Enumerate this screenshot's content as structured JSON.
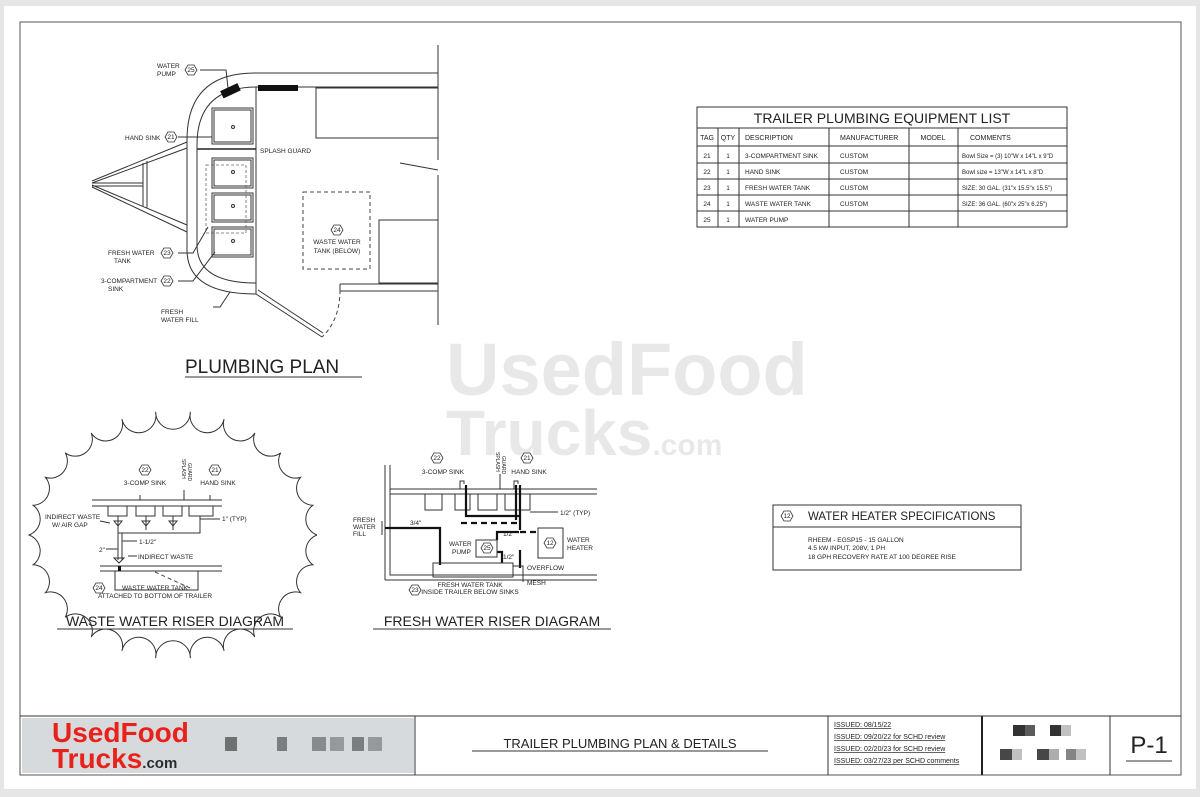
{
  "plumbing_plan": {
    "title": "PLUMBING PLAN",
    "labels": {
      "water_pump": [
        "WATER",
        "PUMP"
      ],
      "hand_sink": "HAND SINK",
      "splash_guard": "SPLASH GUARD",
      "fresh_water_tank": [
        "FRESH WATER",
        "TANK"
      ],
      "three_comp_sink": [
        "3-COMPARTMENT",
        "SINK"
      ],
      "fresh_water_fill": [
        "FRESH",
        "WATER FILL"
      ],
      "waste_water_tank": [
        "WASTE WATER",
        "TANK (BELOW)"
      ]
    },
    "tags": {
      "water_pump": "25",
      "hand_sink": "21",
      "fresh_water_tank": "23",
      "three_comp_sink": "22",
      "waste_water_tank": "24"
    }
  },
  "equipment_list": {
    "title": "TRAILER  PLUMBING  EQUIPMENT  LIST",
    "headers": [
      "TAG",
      "QTY",
      "DESCRIPTION",
      "MANUFACTURER",
      "MODEL",
      "COMMENTS"
    ],
    "rows": [
      [
        "21",
        "1",
        "3-COMPARTMENT SINK",
        "CUSTOM",
        "",
        "Bowl Size = (3) 10\"W x 14\"L x 9\"D"
      ],
      [
        "22",
        "1",
        "HAND SINK",
        "CUSTOM",
        "",
        "Bowl size =  13\"W x 14\"L x 8\"D"
      ],
      [
        "23",
        "1",
        "FRESH WATER TANK",
        "CUSTOM",
        "",
        "SIZE: 30 GAL. (31\"x 15.5\"x 15.5\")"
      ],
      [
        "24",
        "1",
        "WASTE WATER TANK",
        "CUSTOM",
        "",
        "SIZE: 36 GAL. (60\"x 25\"x 6.25\")"
      ],
      [
        "25",
        "1",
        "WATER PUMP",
        "",
        "",
        ""
      ]
    ]
  },
  "water_heater": {
    "tag": "12",
    "title": "WATER HEATER SPECIFICATIONS",
    "lines": [
      "RHEEM  - EGSP15 - 15 GALLON",
      "4.5 kW INPUT, 208V, 1 PH",
      "18 GPH RECOVERY RATE AT 100 DEGREE RISE"
    ]
  },
  "waste_riser": {
    "title": "WASTE WATER RISER DIAGRAM",
    "tag_sink3": "22",
    "tag_hand": "21",
    "tag_tank": "24",
    "three_comp": "3-COMP SINK",
    "splash": [
      "SPLASH",
      "GUARD"
    ],
    "hand_sink": "HAND SINK",
    "indirect_air_gap": [
      "INDIRECT WASTE",
      "W/ AIR GAP"
    ],
    "typ": "1\" (TYP)",
    "size_112": "1-1/2\"",
    "size_2": "2\"",
    "indirect": "INDIRECT WASTE",
    "tank": [
      "WASTE WATER TANK",
      "ATTACHED TO BOTTOM OF TRAILER"
    ]
  },
  "fresh_riser": {
    "title": "FRESH  WATER RISER DIAGRAM",
    "tag_sink3": "22",
    "tag_hand": "21",
    "tag_pump": "25",
    "tag_heater": "12",
    "tag_tank": "23",
    "three_comp": "3-COMP SINK",
    "splash": [
      "SPLASH",
      "GUARD"
    ],
    "hand_sink": "HAND SINK",
    "fill": [
      "FRESH",
      "WATER",
      "FILL"
    ],
    "size_34": "3/4\"",
    "typ": "1/2\" (TYP)",
    "half_a": "1/2\"",
    "half_b": "1/2\"",
    "pump": [
      "WATER",
      "PUMP"
    ],
    "heater": [
      "WATER",
      "HEATER"
    ],
    "overflow": "OVERFLOW",
    "mesh": "MESH",
    "tank": [
      "FRESH WATER TANK",
      "INSIDE TRAILER BELOW SINKS"
    ]
  },
  "watermark": {
    "line1": "UsedFood",
    "line2": "Trucks",
    "suffix": ".com"
  },
  "title_block": {
    "logo": {
      "line1": "UsedFood",
      "line2": "Trucks",
      "suffix": ".com"
    },
    "drawing_title": "TRAILER   PLUMBING  PLAN  & DETAILS",
    "issued": [
      "ISSUED: 08/15/22",
      "ISSUED: 09/20/22 for SCHD review",
      "ISSUED: 02/20/23 for SCHD review",
      "ISSUED: 03/27/23 per SCHD comments"
    ],
    "sheet": "P-1"
  },
  "colors": {
    "logo_red": "#e8221b",
    "logo_dark": "#2a2a2a",
    "line": "#333333"
  }
}
